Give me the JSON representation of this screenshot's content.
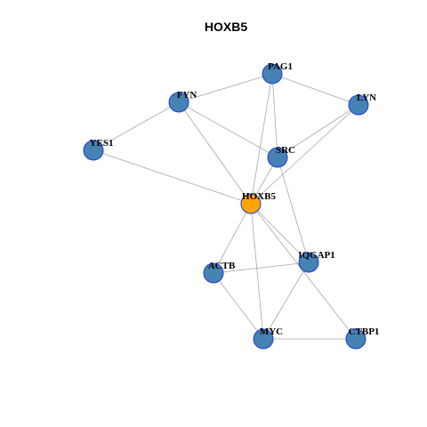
{
  "title": "HOXB5",
  "colors": {
    "node": "#4682b4",
    "focus_node": "#ffa500",
    "node_border": "#1f3fcf",
    "edge": "#a8a8a8"
  },
  "nodes": [
    {
      "id": "PAG1",
      "label": "PAG1"
    },
    {
      "id": "FYN",
      "label": "FYN"
    },
    {
      "id": "LYN",
      "label": "LYN"
    },
    {
      "id": "YES1",
      "label": "YES1"
    },
    {
      "id": "SRC",
      "label": "SRC"
    },
    {
      "id": "HOXB5",
      "label": "HOXB5",
      "focus": true
    },
    {
      "id": "IQGAP1",
      "label": "IQGAP1"
    },
    {
      "id": "ACTB",
      "label": "ACTB"
    },
    {
      "id": "MYC",
      "label": "MYC"
    },
    {
      "id": "CTBP1",
      "label": "CTBP1"
    }
  ],
  "edges": [
    [
      "FYN",
      "PAG1"
    ],
    [
      "PAG1",
      "LYN"
    ],
    [
      "PAG1",
      "SRC"
    ],
    [
      "PAG1",
      "HOXB5"
    ],
    [
      "FYN",
      "SRC"
    ],
    [
      "FYN",
      "HOXB5"
    ],
    [
      "FYN",
      "YES1"
    ],
    [
      "LYN",
      "SRC"
    ],
    [
      "LYN",
      "HOXB5"
    ],
    [
      "YES1",
      "HOXB5"
    ],
    [
      "SRC",
      "HOXB5"
    ],
    [
      "SRC",
      "IQGAP1"
    ],
    [
      "HOXB5",
      "ACTB"
    ],
    [
      "HOXB5",
      "IQGAP1"
    ],
    [
      "HOXB5",
      "MYC"
    ],
    [
      "HOXB5",
      "CTBP1"
    ],
    [
      "ACTB",
      "IQGAP1"
    ],
    [
      "ACTB",
      "MYC"
    ],
    [
      "IQGAP1",
      "MYC"
    ],
    [
      "MYC",
      "CTBP1"
    ]
  ]
}
